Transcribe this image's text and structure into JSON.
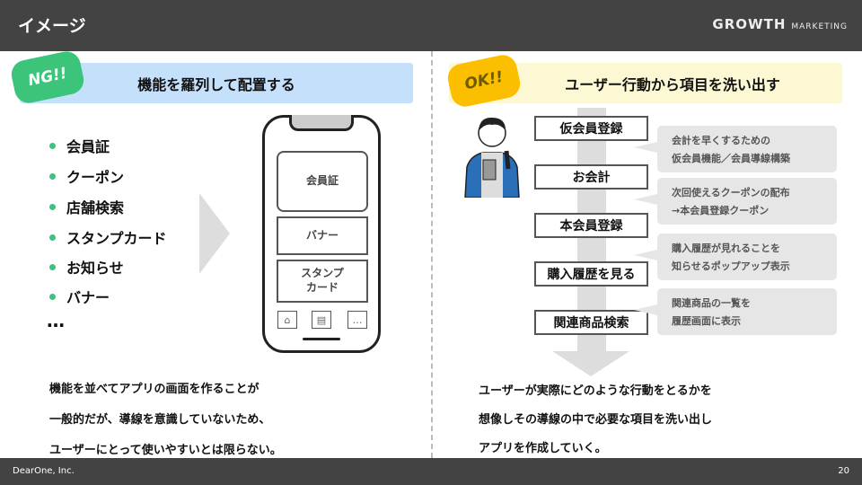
{
  "header": {
    "title": "イメージ",
    "logo_main": "GROWTH",
    "logo_sub": "MARKETING"
  },
  "ng": {
    "badge": "NG!!",
    "title": "機能を羅列して配置する",
    "bullets": [
      "会員証",
      "クーポン",
      "店舗検索",
      "スタンプカード",
      "お知らせ",
      "バナー"
    ],
    "more": "…",
    "phone": {
      "box1": "会員証",
      "box2": "バナー",
      "box3_line1": "スタンプ",
      "box3_line2": "カード"
    },
    "desc": [
      "機能を並べてアプリの画面を作ることが",
      "一般的だが、導線を意識していないため、",
      "ユーザーにとって使いやすいとは限らない。"
    ]
  },
  "ok": {
    "badge": "OK!!",
    "title": "ユーザー行動から項目を洗い出す",
    "steps": [
      "仮会員登録",
      "お会計",
      "本会員登録",
      "購入履歴を見る",
      "関連商品検索"
    ],
    "callouts": [
      [
        "会計を早くするための",
        "仮会員機能／会員導線構築"
      ],
      [
        "次回使えるクーポンの配布",
        "→本会員登録クーポン"
      ],
      [
        "購入履歴が見れることを",
        "知らせるポップアップ表示"
      ],
      [
        "関連商品の一覧を",
        "履歴画面に表示"
      ]
    ],
    "desc": [
      "ユーザーが実際にどのような行動をとるかを",
      "想像しその導線の中で必要な項目を洗い出し",
      "アプリを作成していく。"
    ]
  },
  "footer": {
    "company": "DearOne, Inc.",
    "page": "20"
  }
}
